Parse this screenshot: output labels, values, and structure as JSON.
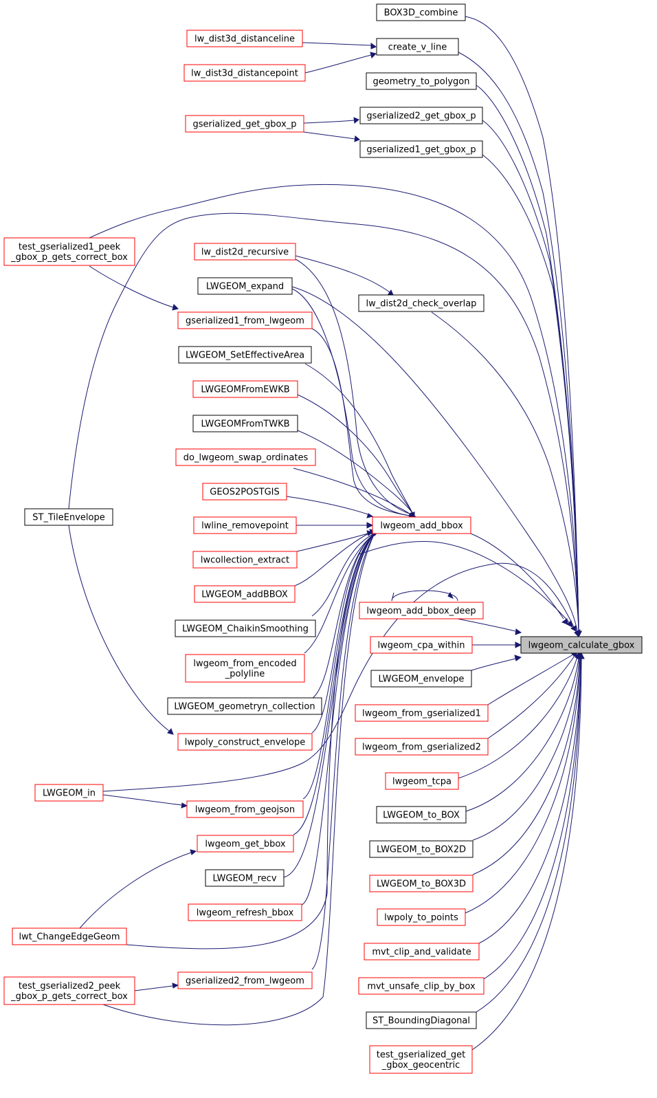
{
  "graph": {
    "nodes": {
      "box3d_combine": {
        "label": [
          "BOX3D_combine"
        ],
        "style": "black"
      },
      "create_v_line": {
        "label": [
          "create_v_line"
        ],
        "style": "black"
      },
      "lw_dist3d_distanceline": {
        "label": [
          "lw_dist3d_distanceline"
        ],
        "style": "red"
      },
      "lw_dist3d_distancepoint": {
        "label": [
          "lw_dist3d_distancepoint"
        ],
        "style": "red"
      },
      "geometry_to_polygon": {
        "label": [
          "geometry_to_polygon"
        ],
        "style": "black"
      },
      "gserialized2_get_gbox_p": {
        "label": [
          "gserialized2_get_gbox_p"
        ],
        "style": "black"
      },
      "gserialized_get_gbox_p": {
        "label": [
          "gserialized_get_gbox_p"
        ],
        "style": "red"
      },
      "gserialized1_get_gbox_p": {
        "label": [
          "gserialized1_get_gbox_p"
        ],
        "style": "black"
      },
      "test_gs1_peek": {
        "label": [
          "test_gserialized1_peek",
          "_gbox_p_gets_correct_box"
        ],
        "style": "red"
      },
      "lw_dist2d_recursive": {
        "label": [
          "lw_dist2d_recursive"
        ],
        "style": "red"
      },
      "lwgeom_expand": {
        "label": [
          "LWGEOM_expand"
        ],
        "style": "black"
      },
      "lw_dist2d_check_overlap": {
        "label": [
          "lw_dist2d_check_overlap"
        ],
        "style": "black"
      },
      "gserialized1_from_lwgeom": {
        "label": [
          "gserialized1_from_lwgeom"
        ],
        "style": "red"
      },
      "lwgeom_seteffectivearea": {
        "label": [
          "LWGEOM_SetEffectiveArea"
        ],
        "style": "black"
      },
      "lwgeomfromewkb": {
        "label": [
          "LWGEOMFromEWKB"
        ],
        "style": "red"
      },
      "lwgeomfromtwkb": {
        "label": [
          "LWGEOMFromTWKB"
        ],
        "style": "black"
      },
      "do_lwgeom_swap_ordinates": {
        "label": [
          "do_lwgeom_swap_ordinates"
        ],
        "style": "red"
      },
      "geos2postgis": {
        "label": [
          "GEOS2POSTGIS"
        ],
        "style": "red"
      },
      "st_tileenvelope": {
        "label": [
          "ST_TileEnvelope"
        ],
        "style": "black"
      },
      "lwgeom_add_bbox": {
        "label": [
          "lwgeom_add_bbox"
        ],
        "style": "red"
      },
      "lwline_removepoint": {
        "label": [
          "lwline_removepoint"
        ],
        "style": "red"
      },
      "lwcollection_extract": {
        "label": [
          "lwcollection_extract"
        ],
        "style": "red"
      },
      "lwgeom_addbbox": {
        "label": [
          "LWGEOM_addBBOX"
        ],
        "style": "red"
      },
      "lwgeom_add_bbox_deep": {
        "label": [
          "lwgeom_add_bbox_deep"
        ],
        "style": "red"
      },
      "lwgeom_chaikinsmoothing": {
        "label": [
          "LWGEOM_ChaikinSmoothing"
        ],
        "style": "black"
      },
      "lwgeom_calculate_gbox": {
        "label": [
          "lwgeom_calculate_gbox"
        ],
        "style": "gray"
      },
      "lwgeom_cpa_within": {
        "label": [
          "lwgeom_cpa_within"
        ],
        "style": "red"
      },
      "lwgeom_from_encoded_polyline": {
        "label": [
          "lwgeom_from_encoded",
          "_polyline"
        ],
        "style": "red"
      },
      "lwgeom_envelope": {
        "label": [
          "LWGEOM_envelope"
        ],
        "style": "black"
      },
      "lwgeom_geometryn_collection": {
        "label": [
          "LWGEOM_geometryn_collection"
        ],
        "style": "black"
      },
      "lwgeom_from_gserialized1": {
        "label": [
          "lwgeom_from_gserialized1"
        ],
        "style": "red"
      },
      "lwpoly_construct_envelope": {
        "label": [
          "lwpoly_construct_envelope"
        ],
        "style": "red"
      },
      "lwgeom_from_gserialized2": {
        "label": [
          "lwgeom_from_gserialized2"
        ],
        "style": "red"
      },
      "lwgeom_tcpa": {
        "label": [
          "lwgeom_tcpa"
        ],
        "style": "red"
      },
      "lwgeom_in": {
        "label": [
          "LWGEOM_in"
        ],
        "style": "red"
      },
      "lwgeom_from_geojson": {
        "label": [
          "lwgeom_from_geojson"
        ],
        "style": "red"
      },
      "lwgeom_to_box": {
        "label": [
          "LWGEOM_to_BOX"
        ],
        "style": "black"
      },
      "lwgeom_get_bbox": {
        "label": [
          "lwgeom_get_bbox"
        ],
        "style": "red"
      },
      "lwgeom_to_box2d": {
        "label": [
          "LWGEOM_to_BOX2D"
        ],
        "style": "black"
      },
      "lwgeom_recv": {
        "label": [
          "LWGEOM_recv"
        ],
        "style": "black"
      },
      "lwgeom_to_box3d": {
        "label": [
          "LWGEOM_to_BOX3D"
        ],
        "style": "red"
      },
      "lwgeom_refresh_bbox": {
        "label": [
          "lwgeom_refresh_bbox"
        ],
        "style": "red"
      },
      "lwpoly_to_points": {
        "label": [
          "lwpoly_to_points"
        ],
        "style": "red"
      },
      "lwt_changeedgegeom": {
        "label": [
          "lwt_ChangeEdgeGeom"
        ],
        "style": "red"
      },
      "mvt_clip_and_validate": {
        "label": [
          "mvt_clip_and_validate"
        ],
        "style": "red"
      },
      "gserialized2_from_lwgeom": {
        "label": [
          "gserialized2_from_lwgeom"
        ],
        "style": "red"
      },
      "test_gs2_peek": {
        "label": [
          "test_gserialized2_peek",
          "_gbox_p_gets_correct_box"
        ],
        "style": "red"
      },
      "mvt_unsafe_clip_by_box": {
        "label": [
          "mvt_unsafe_clip_by_box"
        ],
        "style": "red"
      },
      "st_boundingdiagonal": {
        "label": [
          "ST_BoundingDiagonal"
        ],
        "style": "black"
      },
      "test_gserialized_get_gbox_geocentric": {
        "label": [
          "test_gserialized_get",
          "_gbox_geocentric"
        ],
        "style": "red"
      }
    }
  }
}
